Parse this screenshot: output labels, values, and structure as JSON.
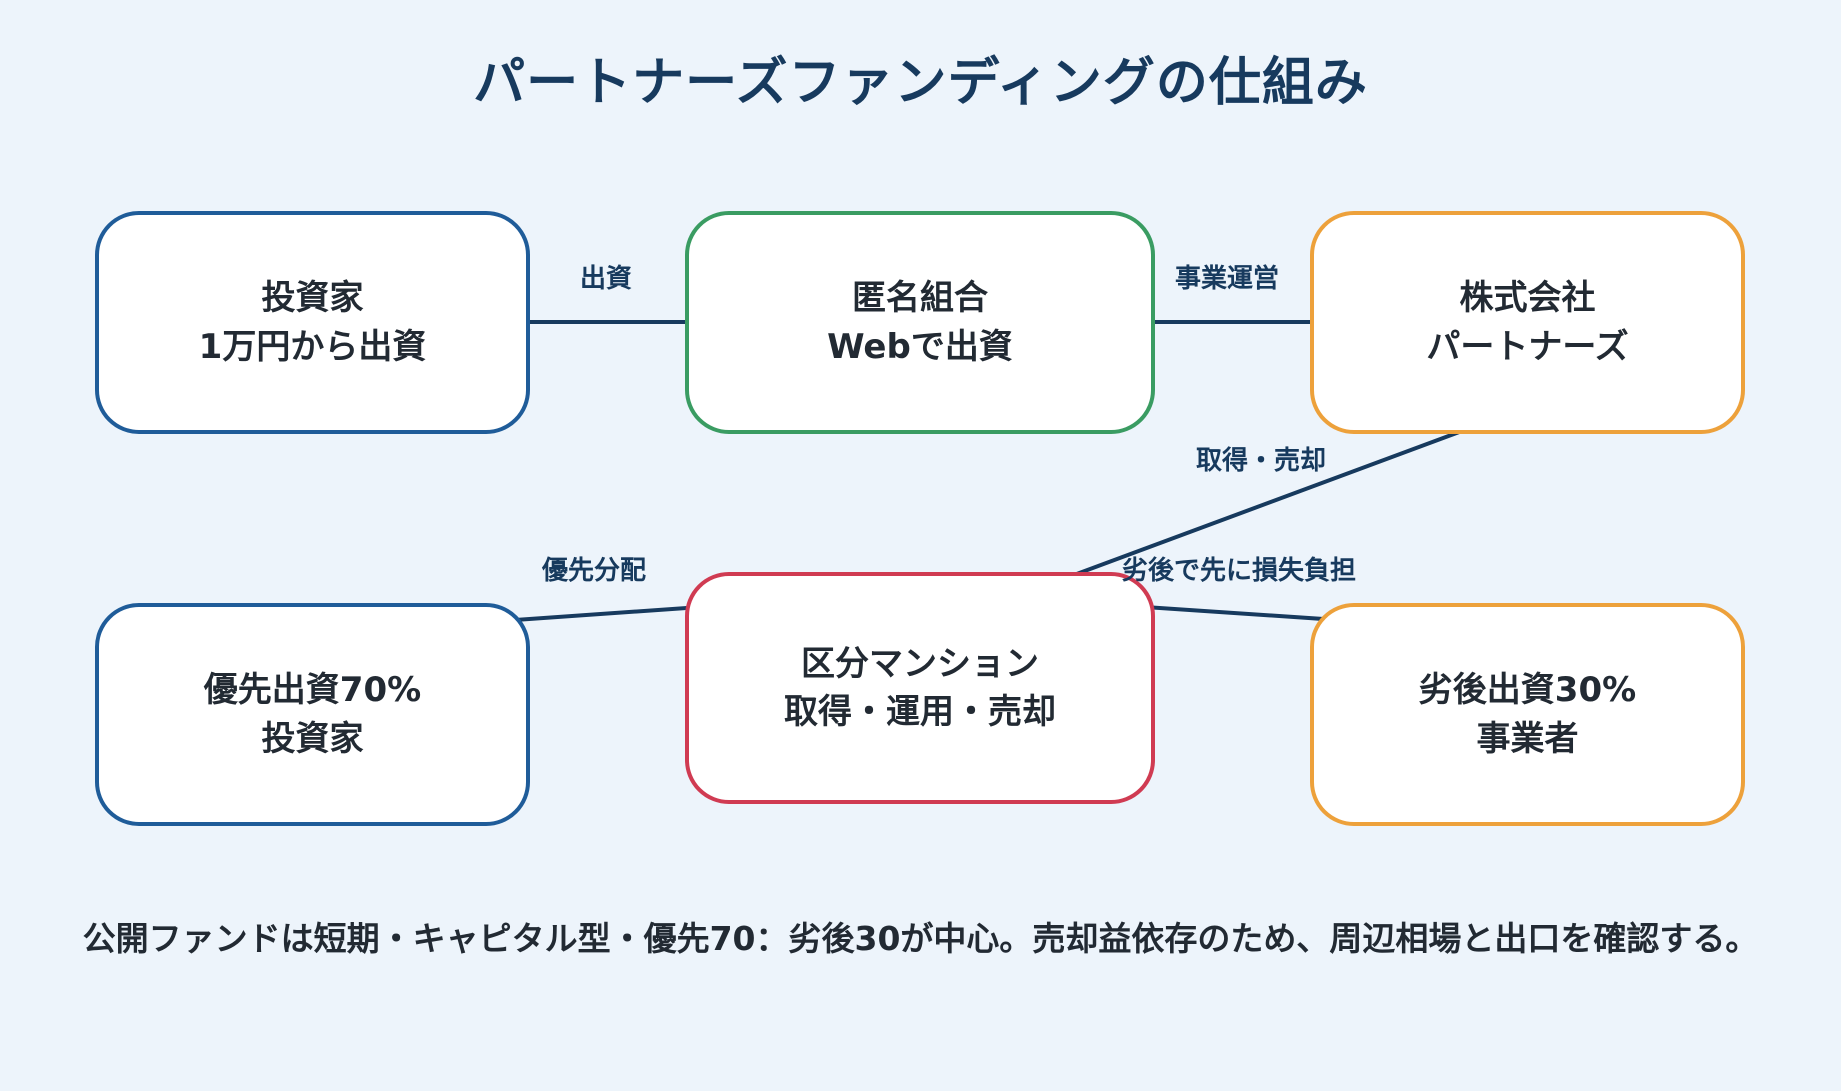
{
  "title": "パートナーズファンディングの仕組み",
  "nodes": {
    "investor": {
      "line1": "投資家",
      "line2": "1万円から出資"
    },
    "tokumei": {
      "line1": "匿名組合",
      "line2": "Webで出資"
    },
    "partners": {
      "line1": "株式会社",
      "line2": "パートナーズ"
    },
    "mansion": {
      "line1": "区分マンション",
      "line2": "取得・運用・売却"
    },
    "senior": {
      "line1": "優先出資70%",
      "line2": "投資家"
    },
    "subordinate": {
      "line1": "劣後出資30%",
      "line2": "事業者"
    }
  },
  "edges": {
    "investment": "出資",
    "operation": "事業運営",
    "acquire_sell": "取得・売却",
    "priority_distribution": "優先分配",
    "loss_absorption": "劣後で先に損失負担"
  },
  "caption": "公開ファンドは短期・キャピタル型・優先70：劣後30が中心。売却益依存のため、周辺相場と出口を確認する。",
  "colors": {
    "background": "#edf4fb",
    "title": "#173a5e",
    "arrow": "#173a5e",
    "investor_border": "#1f5c99",
    "tokumei_border": "#3a9c62",
    "partners_border": "#eda13b",
    "mansion_border": "#d03b52"
  }
}
